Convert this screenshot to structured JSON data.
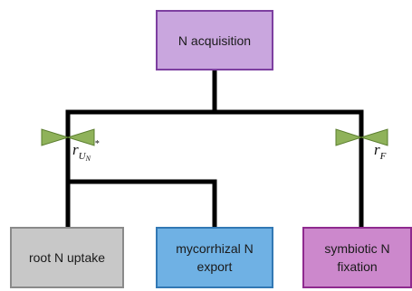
{
  "colors": {
    "top_fill": "#c9a6de",
    "top_border": "#7d3fa0",
    "root_fill": "#c8c8c8",
    "root_border": "#8a8a8a",
    "myc_fill": "#6fb1e4",
    "myc_border": "#3278b4",
    "sym_fill": "#cc88cc",
    "sym_border": "#8f2a8f",
    "line": "#000000",
    "valve_fill": "#8fb25a",
    "valve_stroke": "#5a7d2e"
  },
  "nodes": {
    "top": {
      "label": "N acquisition"
    },
    "root": {
      "label": "root N uptake"
    },
    "mycorrhizal": {
      "line1": "mycorrhizal N",
      "line2": "export"
    },
    "symbiotic": {
      "line1": "symbiotic N",
      "line2": "fixation"
    }
  },
  "rates": {
    "uptake": {
      "base": "r",
      "sub": "U",
      "subsub": "N",
      "sup": "*"
    },
    "fixation": {
      "base": "r",
      "sub": "F"
    }
  }
}
